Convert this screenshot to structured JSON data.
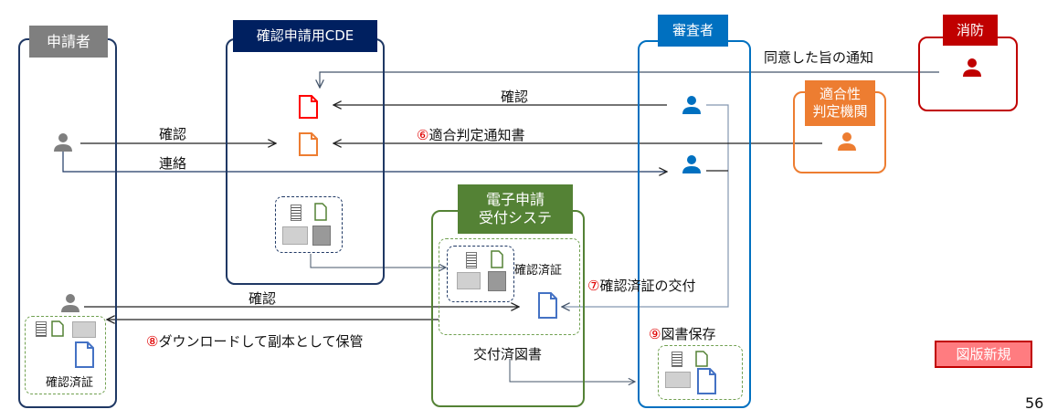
{
  "actors": {
    "applicant": {
      "label": "申請者",
      "color": "#7f7f7f"
    },
    "cde": {
      "label": "確認申請用CDE",
      "color": "#002060"
    },
    "reviewer": {
      "label": "審査者",
      "color": "#0070c0"
    },
    "fire_dept": {
      "label": "消防",
      "color": "#c00000"
    },
    "conformity": {
      "label": "適合性\n判定機関",
      "label_line1": "適合性",
      "label_line2": "判定機関",
      "color": "#ed7d31"
    },
    "e_system": {
      "label_line1": "電子申請",
      "label_line2": "受付システ",
      "color": "#548235"
    }
  },
  "flows": {
    "consent_notice": "同意した旨の通知",
    "confirm_reviewer": "確認",
    "conformity_notice_num": "⑥",
    "conformity_notice": "適合判定通知書",
    "confirm_applicant": "確認",
    "contact": "連絡",
    "certificate_issue_num": "⑦",
    "certificate_issue": "確認済証の交付",
    "confirm_bottom": "確認",
    "download_num": "⑧",
    "download": "ダウンロードして副本として保管",
    "archive_num": "⑨",
    "archive": "図書保存"
  },
  "labels": {
    "certificate_system": "確認済証",
    "issued_docs": "交付済図書",
    "certificate_applicant": "確認済証"
  },
  "badge": {
    "label": "図版新規",
    "bg": "#ff7c80",
    "border": "#c00000"
  },
  "page_number": "56"
}
